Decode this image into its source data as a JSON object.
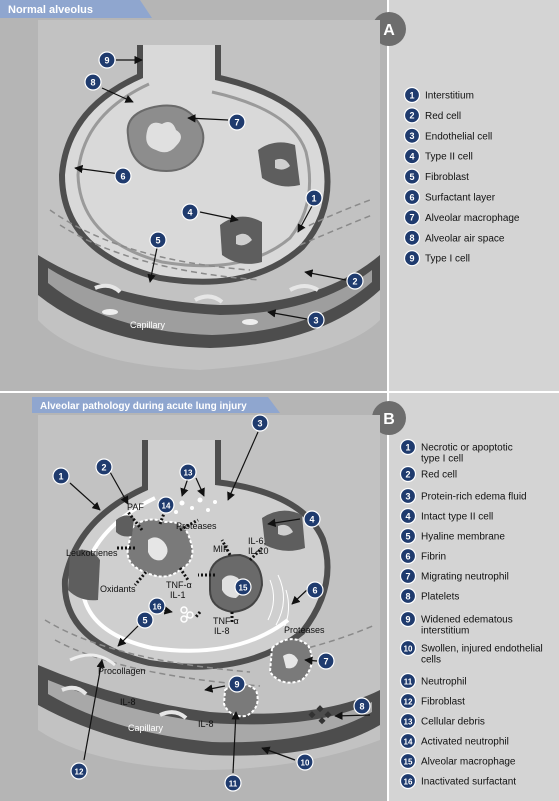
{
  "panel_a": {
    "title": "Normal alveolus",
    "letter": "A",
    "capillary_label": "Capillary",
    "legend": [
      {
        "num": "1",
        "text": "Interstitium"
      },
      {
        "num": "2",
        "text": "Red cell"
      },
      {
        "num": "3",
        "text": "Endothelial cell"
      },
      {
        "num": "4",
        "text": "Type II cell"
      },
      {
        "num": "5",
        "text": "Fibroblast"
      },
      {
        "num": "6",
        "text": "Surfactant layer"
      },
      {
        "num": "7",
        "text": "Alveolar macrophage"
      },
      {
        "num": "8",
        "text": "Alveolar air space"
      },
      {
        "num": "9",
        "text": "Type I cell"
      }
    ]
  },
  "panel_b": {
    "title": "Alveolar pathology during acute lung injury",
    "letter": "B",
    "labels": {
      "paf": "PAF",
      "proteases_1": "Proteases",
      "leukotrienes": "Leukotrienes",
      "mif": "MIF",
      "il6": "IL-6,",
      "il10": "IL-10",
      "oxidants": "Oxidants",
      "tnf1": "TNF-α",
      "il1": "IL-1",
      "tnf2": "TNF-α",
      "il8_1": "IL-8",
      "proteases_2": "Proteases",
      "procollagen": "Procollagen",
      "il8_2": "IL-8",
      "il8_3": "IL-8",
      "capillary": "Capillary"
    },
    "legend": [
      {
        "num": "1",
        "lines": [
          "Necrotic or apoptotic",
          "type I cell"
        ]
      },
      {
        "num": "2",
        "lines": [
          "Red cell"
        ]
      },
      {
        "num": "3",
        "lines": [
          "Protein-rich edema fluid"
        ]
      },
      {
        "num": "4",
        "lines": [
          "Intact type II cell"
        ]
      },
      {
        "num": "5",
        "lines": [
          "Hyaline membrane"
        ]
      },
      {
        "num": "6",
        "lines": [
          "Fibrin"
        ]
      },
      {
        "num": "7",
        "lines": [
          "Migrating neutrophil"
        ]
      },
      {
        "num": "8",
        "lines": [
          "Platelets"
        ]
      },
      {
        "num": "9",
        "lines": [
          "Widened edematous",
          "interstitium"
        ]
      },
      {
        "num": "10",
        "lines": [
          "Swollen, injured endothelial",
          "cells"
        ]
      },
      {
        "num": "11",
        "lines": [
          "Neutrophil"
        ]
      },
      {
        "num": "12",
        "lines": [
          "Fibroblast"
        ]
      },
      {
        "num": "13",
        "lines": [
          "Cellular debris"
        ]
      },
      {
        "num": "14",
        "lines": [
          "Activated neutrophil"
        ]
      },
      {
        "num": "15",
        "lines": [
          "Alveolar macrophage"
        ]
      },
      {
        "num": "16",
        "lines": [
          "Inactivated surfactant"
        ]
      }
    ]
  },
  "colors": {
    "badge": "#1f3b6e",
    "title_bar": "#8fa6cf",
    "letter_circle": "#6d6d6d",
    "panel_bg": "#bfbfbf",
    "legend_bg": "#d4d4d4",
    "airspace": "#d9d9d9",
    "wall": "#5a5a5a"
  }
}
